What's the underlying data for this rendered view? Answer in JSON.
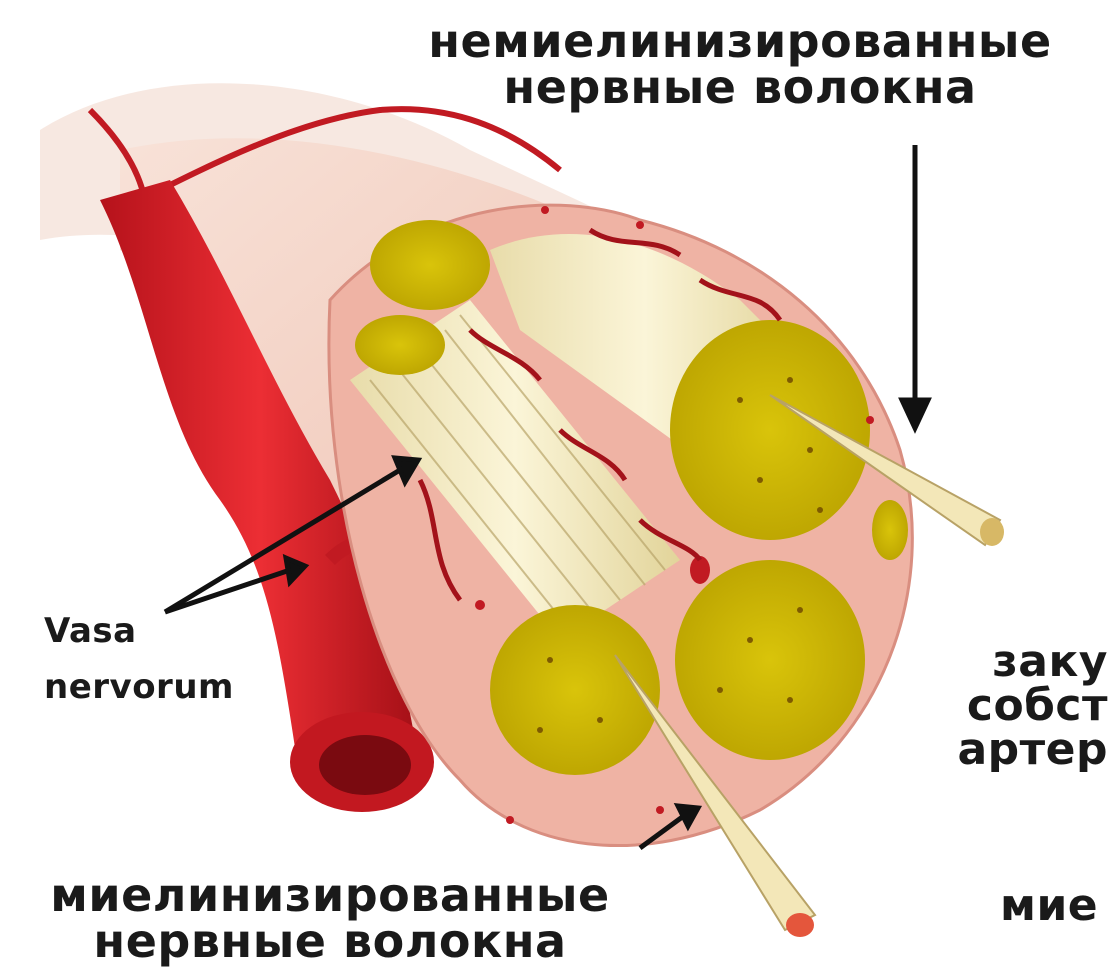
{
  "labels": {
    "unmyelinated": {
      "line1": "немиелинизированные",
      "line2": "нервные волокна"
    },
    "myelinated": {
      "line1": "миелинизированные",
      "line2": "нервные волокна"
    },
    "vasa": {
      "line1": "Vasa",
      "line2": "nervorum"
    },
    "cut_right": {
      "line1": "заку",
      "line2": "собст",
      "line3": "артер"
    },
    "cut_right_bottom": {
      "line1": "мие"
    }
  },
  "colors": {
    "artery": "#d61f26",
    "nerve_sheath": "#f2c6b6",
    "fascicle": "#c9b400",
    "fiber": "#f4ecc2",
    "vessel_small": "#b3121b"
  }
}
